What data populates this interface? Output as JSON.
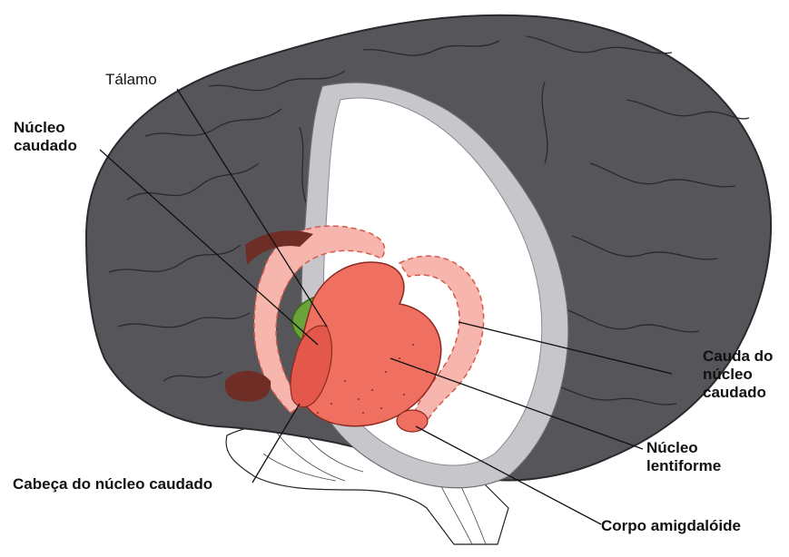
{
  "labels": {
    "talamo": "Tálamo",
    "nucleo_caudado_line1": "Núcleo",
    "nucleo_caudado_line2": "caudado",
    "cabeca_nucleo_caudado": "Cabeça do núcleo caudado",
    "cauda_line1": "Cauda do",
    "cauda_line2": "núcleo",
    "cauda_line3": "caudado",
    "lentiforme_line1": "Núcleo",
    "lentiforme_line2": "lentiforme",
    "corpo_amigdaloide": "Corpo amigdalóide"
  },
  "colors": {
    "cortex": "#55555a",
    "cortex_dark": "#3d3d42",
    "white_matter": "#ffffff",
    "gray_band": "#c6c6cb",
    "caudate": "#f0867a",
    "caudate_pale": "#f6b6ad",
    "lentiform": "#ef6f60",
    "thalamus": "#6aa33a",
    "dark_red": "#6e2d25",
    "leader_line": "#111111"
  }
}
